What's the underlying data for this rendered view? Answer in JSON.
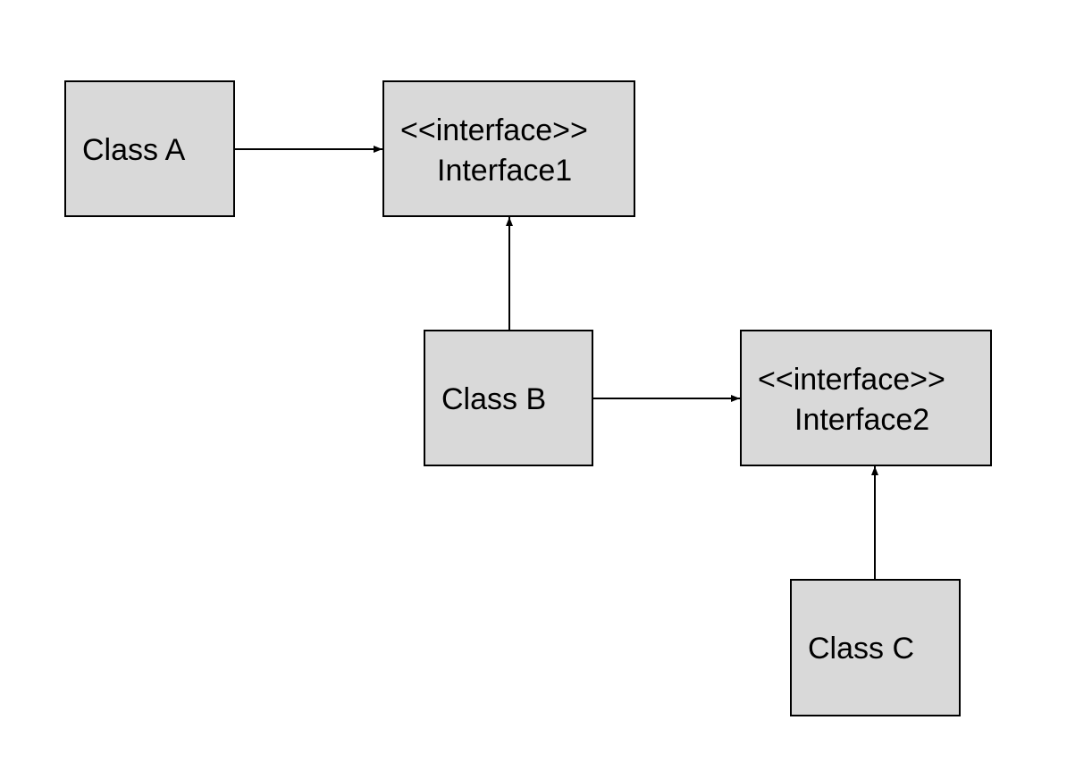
{
  "diagram": {
    "nodes": [
      {
        "id": "class-a",
        "lines": [
          "Class A"
        ]
      },
      {
        "id": "interface1",
        "lines": [
          "<<interface>>",
          "Interface1"
        ]
      },
      {
        "id": "class-b",
        "lines": [
          "Class B"
        ]
      },
      {
        "id": "interface2",
        "lines": [
          "<<interface>>",
          "Interface2"
        ]
      },
      {
        "id": "class-c",
        "lines": [
          "Class C"
        ]
      }
    ],
    "edges": [
      {
        "from": "class-a",
        "to": "interface1"
      },
      {
        "from": "class-b",
        "to": "interface1"
      },
      {
        "from": "class-b",
        "to": "interface2"
      },
      {
        "from": "class-c",
        "to": "interface2"
      }
    ],
    "colors": {
      "box_fill": "#d9d9d9",
      "stroke": "#000000",
      "background": "#ffffff"
    }
  }
}
